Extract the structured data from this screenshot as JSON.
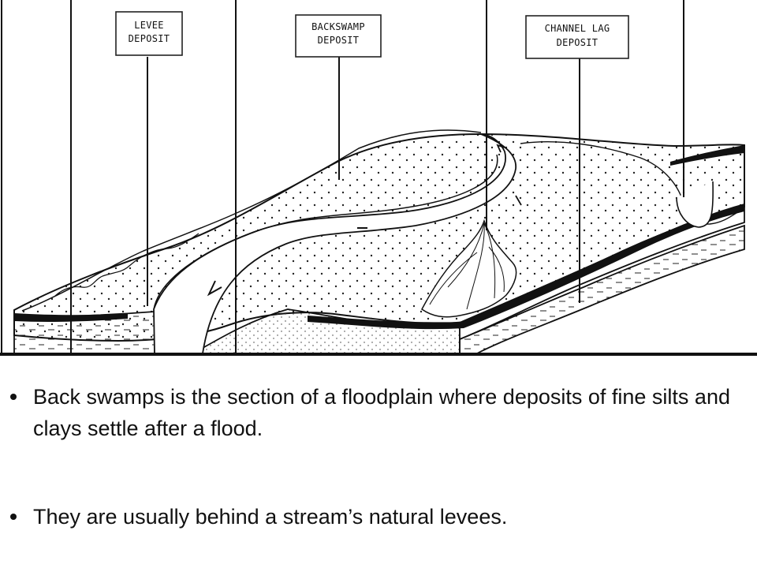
{
  "diagram": {
    "labels": {
      "levee": {
        "line1": "LEVEE",
        "line2": "DEPOSIT"
      },
      "backswamp": {
        "line1": "BACKSWAMP",
        "line2": "DEPOSIT"
      },
      "channel_lag": {
        "line1": "CHANNEL LAG",
        "line2": "DEPOSIT"
      }
    }
  },
  "bullets": [
    "Back swamps is the section of a floodplain where deposits of fine silts and clays settle after a flood.",
    "They are usually behind a stream’s natural levees."
  ],
  "colors": {
    "ink": "#111111",
    "background": "#ffffff"
  }
}
